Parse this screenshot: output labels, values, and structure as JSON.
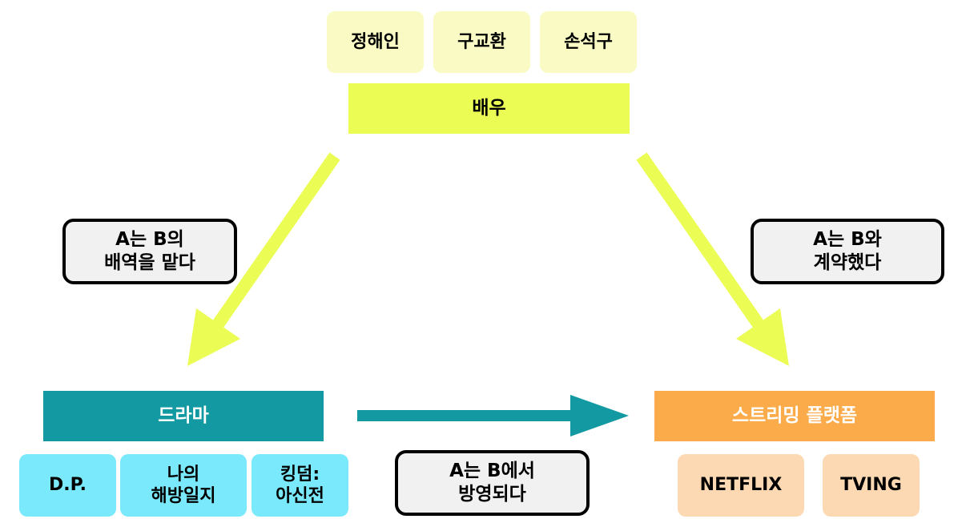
{
  "actor": {
    "header": "배우",
    "names": [
      "정해인",
      "구교환",
      "손석구"
    ]
  },
  "drama": {
    "header": "드라마",
    "titles": [
      "D.P.",
      "나의\n해방일지",
      "킹덤:\n아신전"
    ]
  },
  "streaming": {
    "header": "스트리밍 플랫폼",
    "platforms": [
      "NETFLIX",
      "TVING"
    ]
  },
  "relations": {
    "actor_to_drama": "A는 B의\n배역을 맡다",
    "actor_to_streaming": "A는 B와\n계약했다",
    "drama_to_streaming": "A는 B에서\n방영되다"
  },
  "colors": {
    "actor": "#ebfd55",
    "drama": "#1399a1",
    "streaming": "#fbab4a",
    "arrow_yellow": "#ebfd55",
    "arrow_teal": "#1399a1"
  }
}
